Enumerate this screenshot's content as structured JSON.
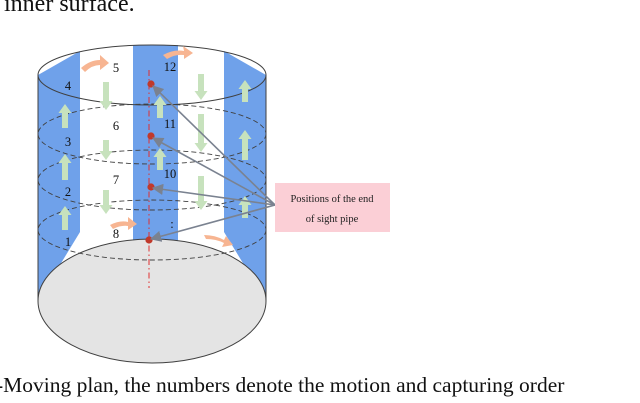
{
  "header_text": "inner surface.",
  "caption": "-Moving plan, the numbers denote the motion and capturing order",
  "callout_label_line1": "Positions of the end",
  "callout_label_line2": "of sight pipe",
  "order_numbers": [
    "1",
    "2",
    "3",
    "4",
    "5",
    "6",
    "7",
    "8",
    "10",
    "11",
    "12"
  ],
  "stray_mark": ":",
  "colors": {
    "strip_blue": "#6fa1ea",
    "cylinder_outline": "#404040",
    "base_fill": "#e4e4e4",
    "arrow_green": "#c7e2bd",
    "arrow_orange": "#f7b592",
    "marker_red": "#c0392b",
    "axis_red": "#e03030",
    "callout_fill": "#fbcfd6",
    "pointer_gray": "#7a8290"
  }
}
